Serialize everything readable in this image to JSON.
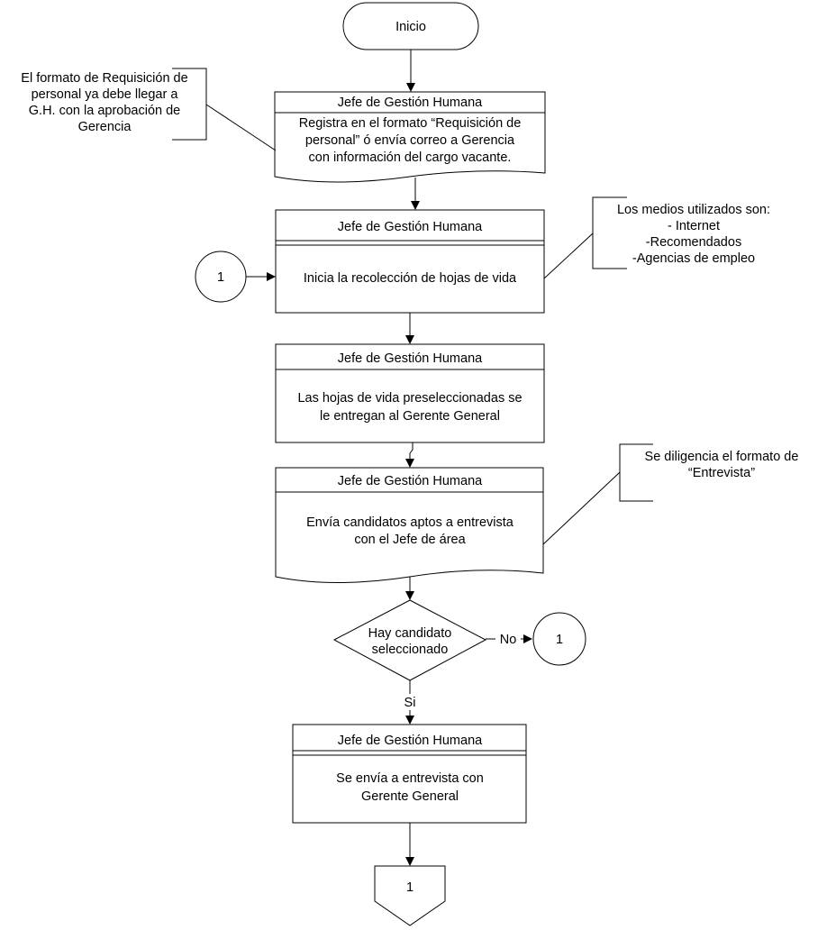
{
  "flowchart": {
    "start": {
      "label": "Inicio"
    },
    "step1": {
      "role": "Jefe de Gestión Humana",
      "lines": [
        "Registra en el formato “Requisición de",
        "personal” ó envía correo a Gerencia",
        "con información del cargo vacante."
      ]
    },
    "note1": {
      "lines": [
        "El formato de Requisición de",
        "personal ya debe llegar a",
        "G.H. con la aprobación de",
        "Gerencia"
      ]
    },
    "step2": {
      "role": "Jefe de Gestión Humana",
      "lines": [
        "Inicia la recolección de hojas de vida"
      ]
    },
    "connector_in": {
      "label": "1"
    },
    "note2": {
      "lines": [
        "Los medios utilizados son:",
        "- Internet",
        "-Recomendados",
        "-Agencias de empleo"
      ]
    },
    "step3": {
      "role": "Jefe de Gestión Humana",
      "lines": [
        "Las hojas de vida preseleccionadas se",
        "le entregan al Gerente General"
      ]
    },
    "step4": {
      "role": "Jefe de Gestión Humana",
      "lines": [
        "Envía candidatos aptos a entrevista",
        "con el Jefe de área"
      ]
    },
    "note3": {
      "lines": [
        "Se diligencia el formato de",
        "“Entrevista”"
      ]
    },
    "decision": {
      "lines": [
        "Hay candidato",
        "seleccionado"
      ],
      "no_label": "No",
      "yes_label": "Si"
    },
    "connector_no": {
      "label": "1"
    },
    "step5": {
      "role": "Jefe de Gestión Humana",
      "lines": [
        "Se envía a entrevista con",
        "Gerente General"
      ]
    },
    "offpage": {
      "label": "1"
    }
  }
}
